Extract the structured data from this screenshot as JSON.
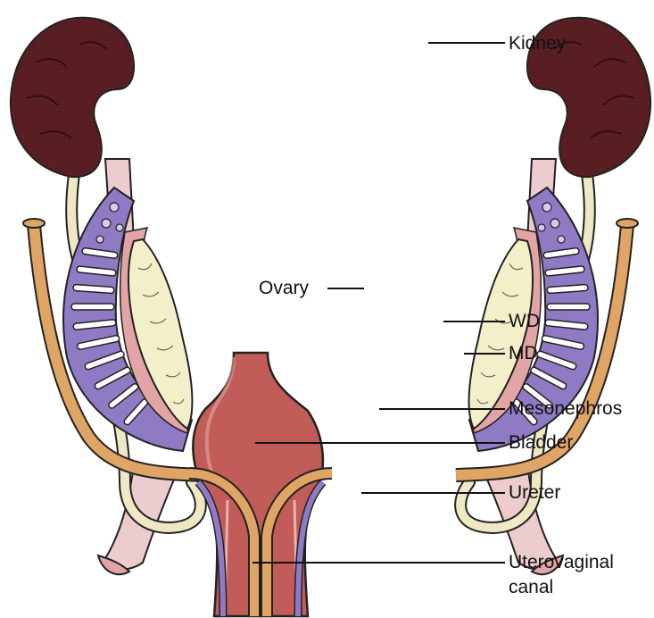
{
  "labels": {
    "kidney": "Kidney",
    "ovary": "Ovary",
    "wd": "WD",
    "md": "MD",
    "mesonephros": "Mesonephros",
    "bladder": "Bladder",
    "ureter": "Ureter",
    "uterovaginal_line1": "Uterovaginal",
    "uterovaginal_line2": "canal"
  },
  "colors": {
    "kidney": "#5a1f22",
    "mesonephros": "#8f7bc4",
    "tubule_pink": "#e3a4a6",
    "ovary": "#f3efc8",
    "mullerian_duct": "#e0a464",
    "bladder": "#c15c58",
    "ureter": "#efe8c4",
    "gonad_pink": "#edcccd"
  }
}
